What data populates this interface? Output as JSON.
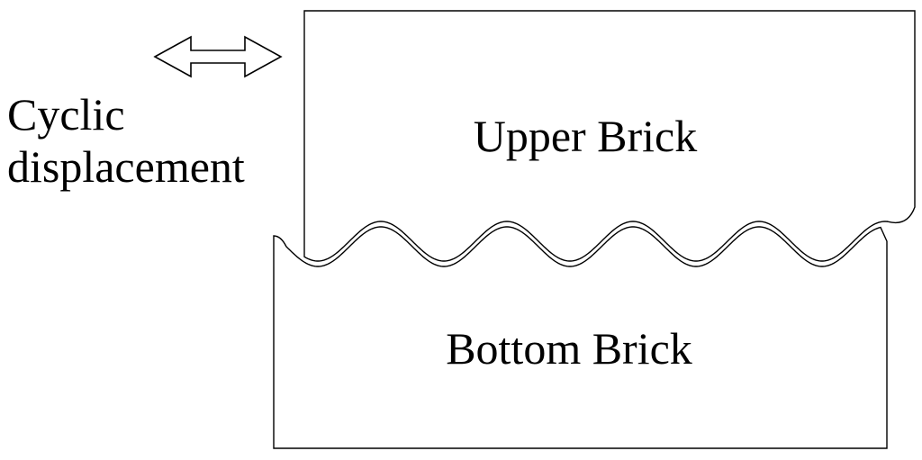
{
  "diagram": {
    "displacement_label": [
      "Cyclic",
      "displacement"
    ],
    "upper_label": "Upper Brick",
    "bottom_label": "Bottom Brick",
    "stroke_color": "#000000",
    "background_color": "#ffffff",
    "icons": {
      "displacement": "double-arrow-icon"
    }
  }
}
